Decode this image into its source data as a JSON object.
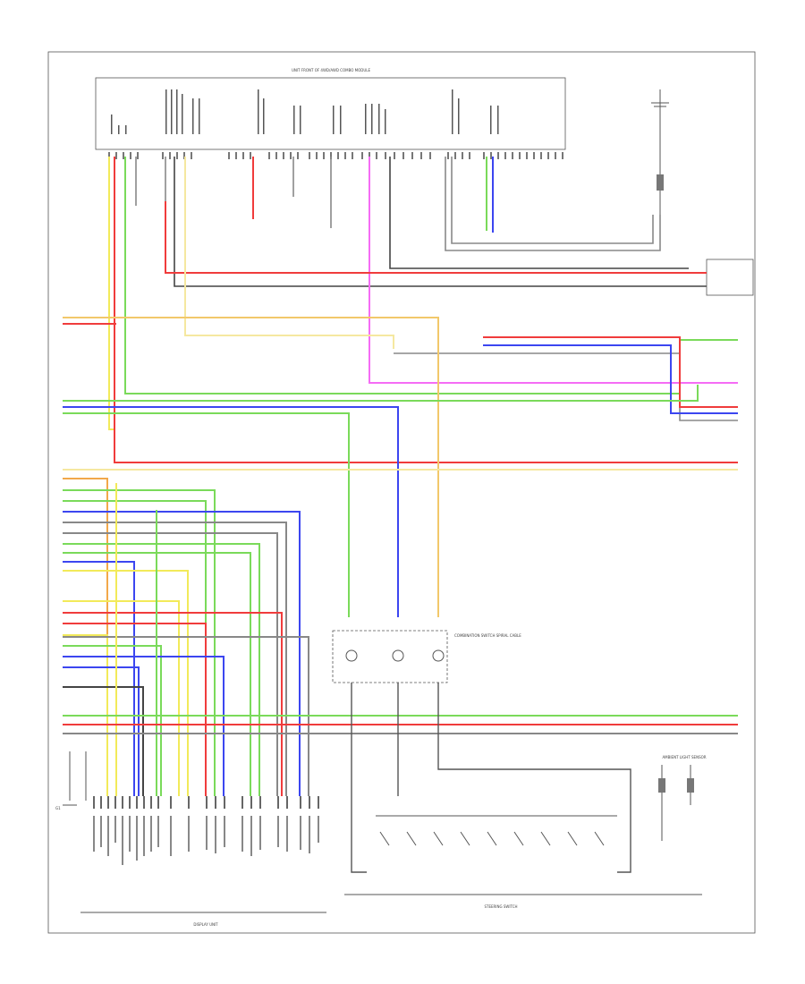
{
  "figure_code": "",
  "blocks": {
    "top_unit": "UNIT FRONT OF 4WD/AWD COMBO MODULE",
    "right_connector": "",
    "combination_switch": "COMBINATION SWITCH SPIRAL CABLE",
    "display_unit": "DISPLAY UNIT",
    "steering_switch": "STEERING SWITCH",
    "ambient_light": "AMBIENT LIGHT SENSOR",
    "ground": "G1"
  },
  "wire_colors": {
    "red": "#f03c3c",
    "yellow": "#f2ea5a",
    "green": "#7ada5a",
    "blue": "#3c46f0",
    "pink": "#f56cf5",
    "gray": "#8a8a8a",
    "orange": "#f2a84a",
    "light_yellow": "#f5e8a0",
    "black": "#444444"
  }
}
